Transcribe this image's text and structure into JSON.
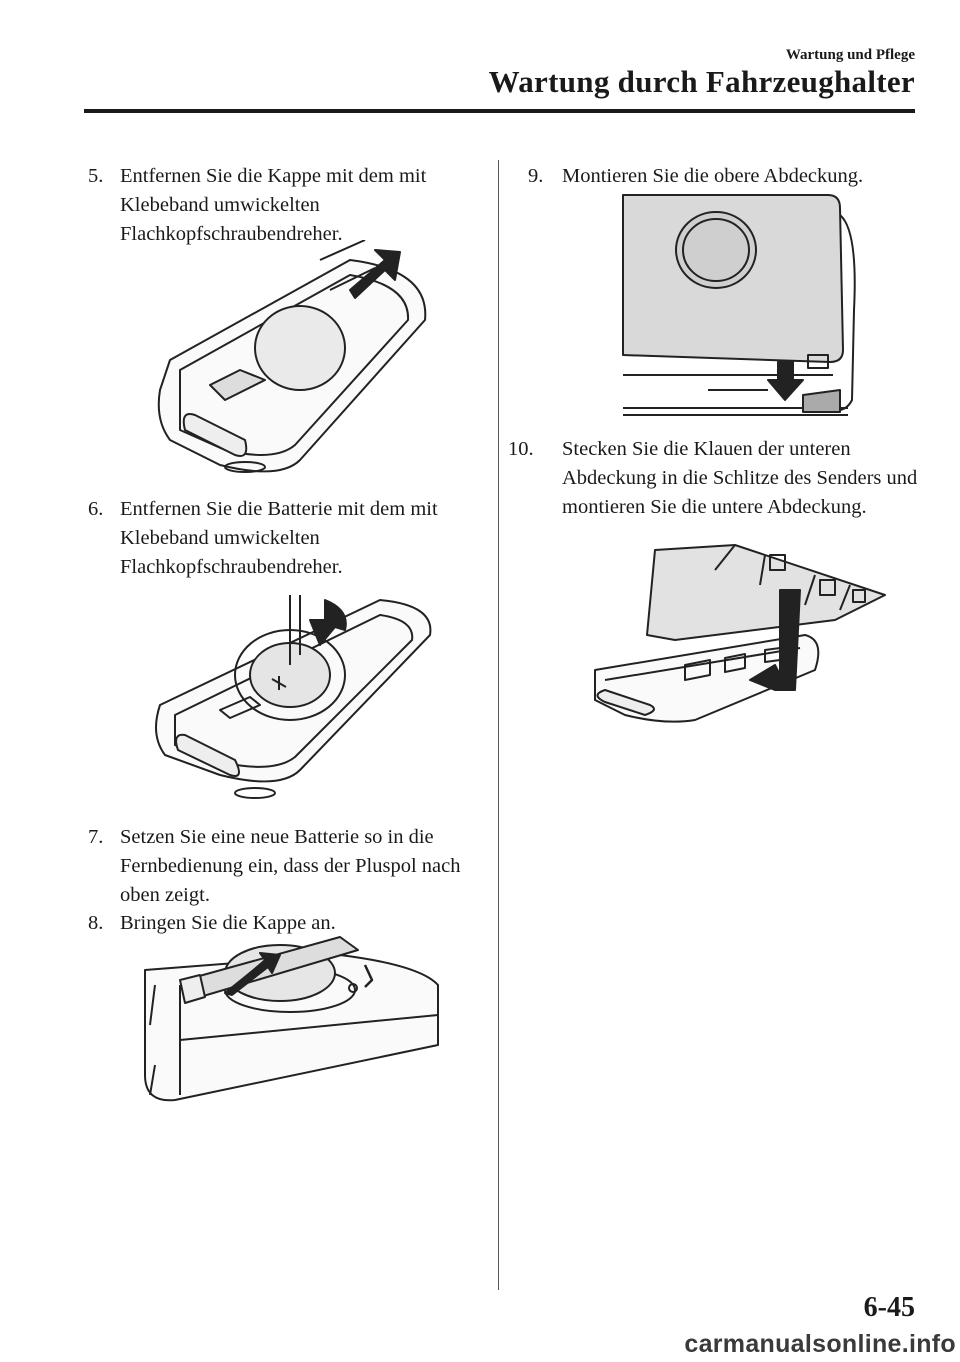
{
  "header": {
    "section": "Wartung und Pflege",
    "title": "Wartung durch Fahrzeughalter"
  },
  "steps": [
    {
      "number": "5.",
      "text": "Entfernen Sie die Kappe mit dem mit Klebeband umwickelten Flachkopfschraubendreher."
    },
    {
      "number": "6.",
      "text": "Entfernen Sie die Batterie mit dem mit Klebeband umwickelten Flachkopfschraubendreher."
    },
    {
      "number": "7.",
      "text": "Setzen Sie eine neue Batterie so in die Fernbedienung ein, dass der Pluspol nach oben zeigt."
    },
    {
      "number": "8.",
      "text": "Bringen Sie die Kappe an."
    },
    {
      "number": "9.",
      "text": "Montieren Sie die obere Abdeckung."
    },
    {
      "number": "10.",
      "text": "Stecken Sie die Klauen der unteren Abdeckung in die Schlitze des Senders und montieren Sie die untere Abdeckung."
    }
  ],
  "footer": {
    "page_number": "6-45",
    "watermark": "carmanualsonline.info"
  }
}
